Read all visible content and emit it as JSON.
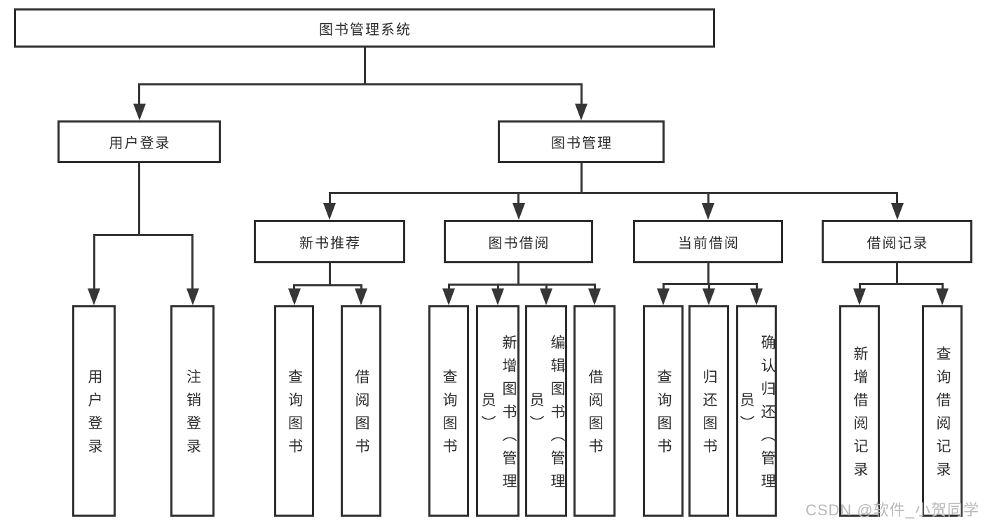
{
  "diagram": {
    "watermark": "CSDN @软件_小贺同学",
    "colors": {
      "line": "#363636",
      "border": "#2f2f2f",
      "text": "#2b2b2b",
      "watermark": "#b9b9b9",
      "background": "#ffffff"
    },
    "nodes": [
      {
        "id": "root",
        "label": "图书管理系统",
        "orientation": "horizontal"
      },
      {
        "id": "login",
        "label": "用户登录",
        "orientation": "horizontal"
      },
      {
        "id": "mgmt",
        "label": "图书管理",
        "orientation": "horizontal"
      },
      {
        "id": "rec",
        "label": "新书推荐",
        "orientation": "horizontal"
      },
      {
        "id": "borrow",
        "label": "图书借阅",
        "orientation": "horizontal"
      },
      {
        "id": "current",
        "label": "当前借阅",
        "orientation": "horizontal"
      },
      {
        "id": "record",
        "label": "借阅记录",
        "orientation": "horizontal"
      },
      {
        "id": "u1",
        "label": "用户登录",
        "orientation": "vertical"
      },
      {
        "id": "u2",
        "label": "注销登录",
        "orientation": "vertical"
      },
      {
        "id": "r1",
        "label": "查询图书",
        "orientation": "vertical"
      },
      {
        "id": "r2",
        "label": "借阅图书",
        "orientation": "vertical"
      },
      {
        "id": "b1",
        "label": "查询图书",
        "orientation": "vertical"
      },
      {
        "id": "b2",
        "label": "新增图书（管理员）",
        "orientation": "vertical"
      },
      {
        "id": "b3",
        "label": "编辑图书（管理员）",
        "orientation": "vertical"
      },
      {
        "id": "b4",
        "label": "借阅图书",
        "orientation": "vertical"
      },
      {
        "id": "c1",
        "label": "查询图书",
        "orientation": "vertical"
      },
      {
        "id": "c2",
        "label": "归还图书",
        "orientation": "vertical"
      },
      {
        "id": "c3",
        "label": "确认归还（管理员）",
        "orientation": "vertical"
      },
      {
        "id": "j1",
        "label": "新增借阅记录",
        "orientation": "vertical"
      },
      {
        "id": "j2",
        "label": "查询借阅记录",
        "orientation": "vertical"
      }
    ],
    "edges": [
      {
        "parent": "root",
        "children": [
          "login",
          "mgmt"
        ]
      },
      {
        "parent": "login",
        "children": [
          "u1",
          "u2"
        ]
      },
      {
        "parent": "mgmt",
        "children": [
          "rec",
          "borrow",
          "current",
          "record"
        ]
      },
      {
        "parent": "rec",
        "children": [
          "r1",
          "r2"
        ]
      },
      {
        "parent": "borrow",
        "children": [
          "b1",
          "b2",
          "b3",
          "b4"
        ]
      },
      {
        "parent": "current",
        "children": [
          "c1",
          "c2",
          "c3"
        ]
      },
      {
        "parent": "record",
        "children": [
          "j1",
          "j2"
        ]
      }
    ]
  }
}
